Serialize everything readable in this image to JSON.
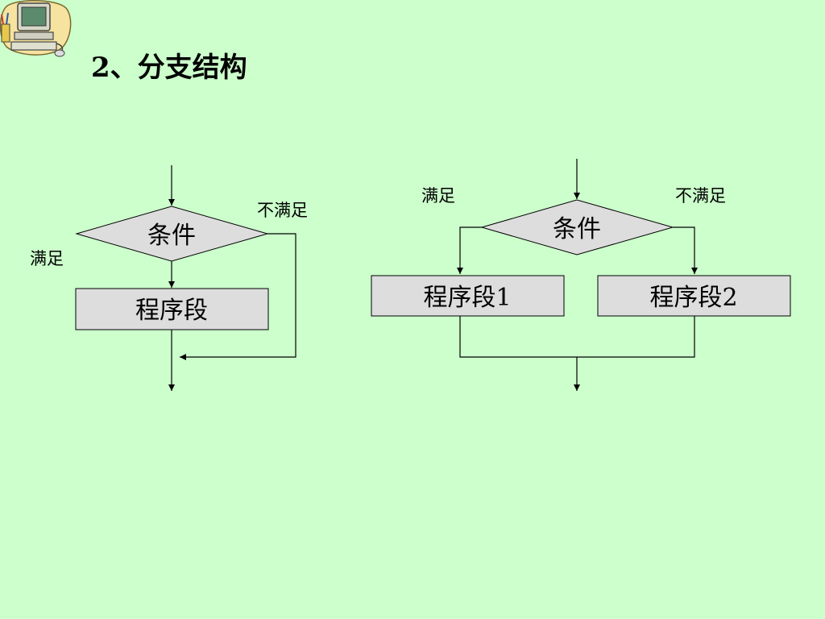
{
  "slide": {
    "title": "2、分支结构",
    "background_color": "#ccffcc",
    "icon": "computer-icon"
  },
  "diagram_left": {
    "condition_label": "条件",
    "process_label": "程序段",
    "yes_label": "满足",
    "no_label": "不满足"
  },
  "diagram_right": {
    "condition_label": "条件",
    "process1_label": "程序段1",
    "process2_label": "程序段2",
    "yes_label": "满足",
    "no_label": "不满足"
  },
  "colors": {
    "shape_fill": "#dddddd",
    "line": "#000000"
  }
}
